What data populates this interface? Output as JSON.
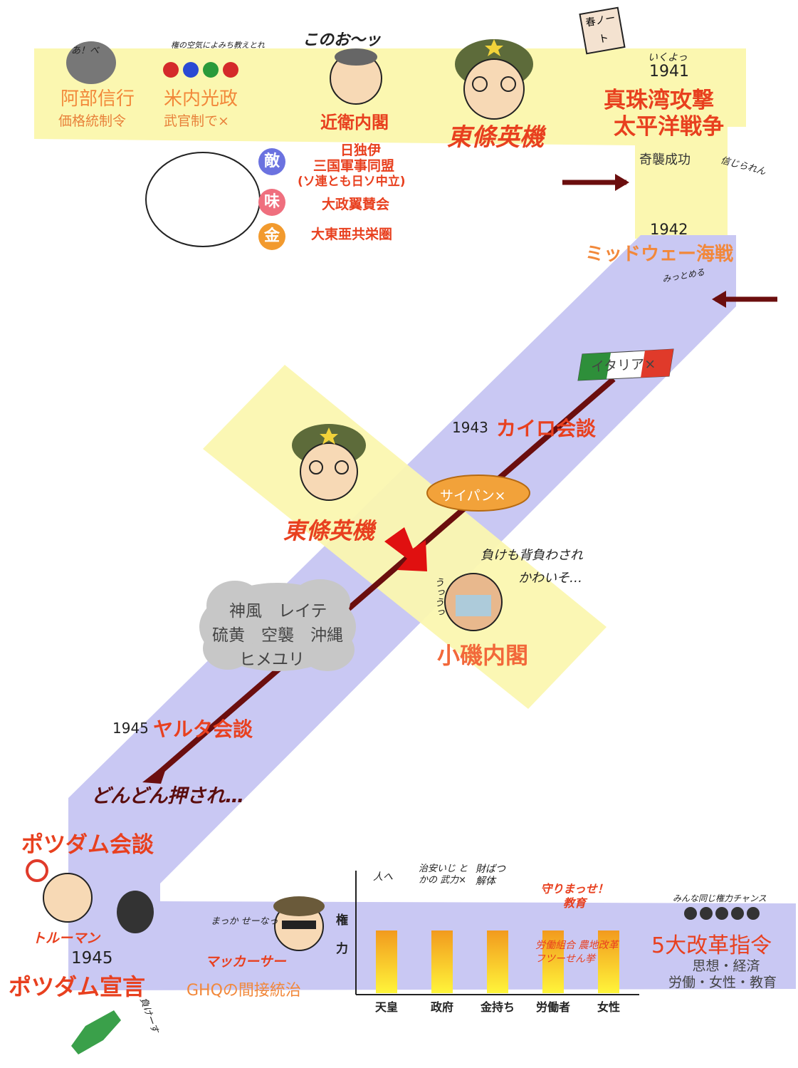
{
  "row1": {
    "abe": {
      "name": "阿部信行",
      "note": "価格統制令",
      "scribble": "あ！べ"
    },
    "yonai": {
      "name": "米内光政",
      "note": "武官制で×",
      "scribble": "権の空気によみち教えとれ"
    },
    "konoe": {
      "name": "近衛内閣",
      "scribble": "このお～ッ"
    },
    "tojo": {
      "name": "東條英機",
      "notebook": "春ノート"
    },
    "year1941": "1941",
    "ikuyo": "いくよっ",
    "pearl": "真珠湾攻撃",
    "pacific": "太平洋戦争"
  },
  "row2": {
    "enemy_badge": "敵",
    "ally_badge": "味",
    "gold_badge": "金",
    "axis1": "日独伊",
    "axis2": "三国軍事同盟",
    "axis3": "(ソ連とも日ソ中立)",
    "taisei": "大政翼賛会",
    "touakyouei": "大東亜共栄圏",
    "surprise": "奇襲成功",
    "shinjirarenai": "信じられん"
  },
  "midway": {
    "year": "1942",
    "title": "ミッドウェー海戦",
    "scribble": "みっとめる"
  },
  "italy": "イタリア×",
  "cairo": {
    "year": "1943",
    "title": "カイロ会談"
  },
  "tojo2": "東條英機",
  "saipan": "サイパン×",
  "koiso": {
    "title": "小磯内閣",
    "scribble1": "負けも背負わされ",
    "scribble2": "かわいそ…",
    "cry": "うっうっ"
  },
  "cloud": {
    "line1": "神風　レイテ",
    "line2": "硫黄　空襲　沖縄",
    "line3": "ヒメユリ"
  },
  "yalta": {
    "year": "1945",
    "title": "ヤルタ会談"
  },
  "pushed": "どんどん押され…",
  "potsdam_conf": "ポツダム会談",
  "truman": "トルーマン",
  "potsdam_decl": {
    "year": "1945",
    "title": "ポツダム宣言"
  },
  "macarthur": {
    "name": "マッカーサー",
    "scribble": "まっか せーなっ",
    "ghq": "GHQの間接統治"
  },
  "chart_data": {
    "type": "bar",
    "ylabel": "権力",
    "categories": [
      "天皇",
      "政府",
      "金持ち",
      "労働者",
      "女性"
    ],
    "values": [
      1,
      1,
      1,
      1,
      1
    ],
    "annotations": [
      {
        "target": "天皇",
        "text": "人へ"
      },
      {
        "target": "政府",
        "text": "治安いじ とかの 武力×"
      },
      {
        "target": "金持ち",
        "text": "財ばつ 解体"
      },
      {
        "target": "労働者・女性",
        "text": "守りまっせ！ 教育"
      },
      {
        "target": "労働者・女性",
        "text": "労働組合 農地改革 フツーせん挙"
      }
    ]
  },
  "reform": {
    "scribble": "みんな同じ権力チャンス",
    "title": "5大改革指令",
    "line1": "思想・経済",
    "line2": "労働・女性・教育"
  },
  "japan_scribble": "負けーす",
  "colors": {
    "yellow": "#fbf7b0",
    "lavender": "#c9c8f3",
    "red": "#e8401f",
    "maroon": "#6b0e0e",
    "blue": "#6b72e0",
    "pink": "#ef6f7e",
    "orange": "#f29a2e"
  }
}
